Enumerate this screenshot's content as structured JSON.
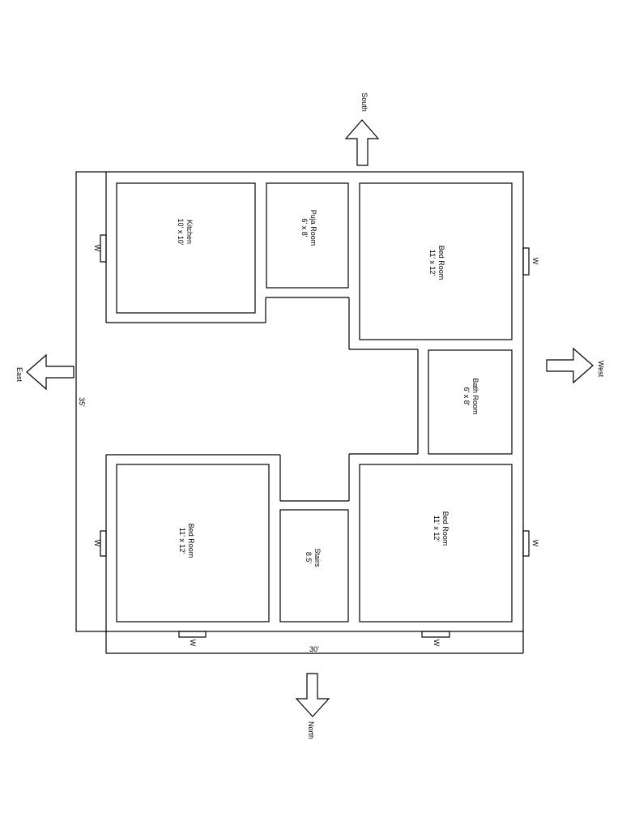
{
  "directions": {
    "south": "South",
    "north": "North",
    "east": "East",
    "west": "West"
  },
  "dimensions": {
    "width": "30'",
    "depth": "35'"
  },
  "rooms": {
    "kitchen": {
      "name": "Kitchen",
      "size": "10' x 10'"
    },
    "puja": {
      "name": "Puja Room",
      "size": "6' x 8'"
    },
    "bed_sw": {
      "name": "Bed Room",
      "size": "11' x 12'"
    },
    "bath": {
      "name": "Bath Room",
      "size": "6' x 8'"
    },
    "bed_ne": {
      "name": "Bed Room",
      "size": "11' x 12'"
    },
    "stairs": {
      "name": "Stairs",
      "size": "8.5'"
    },
    "bed_nw": {
      "name": "Bed Room",
      "size": "11' x 12'"
    }
  },
  "window_label": "W"
}
